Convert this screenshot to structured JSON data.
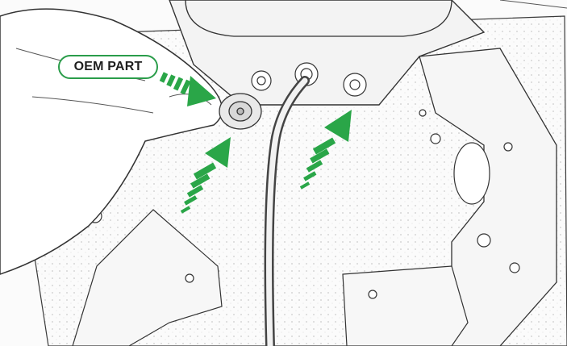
{
  "callout": {
    "label": "OEM PART"
  },
  "icons": [
    "dashed-arrow-right",
    "dashed-arrow-up-right",
    "dashed-arrow-up-right"
  ],
  "colors": {
    "arrow_green": "#2aa648",
    "callout_border": "#2a9d4a",
    "sketch_line": "#3a3a3a"
  }
}
